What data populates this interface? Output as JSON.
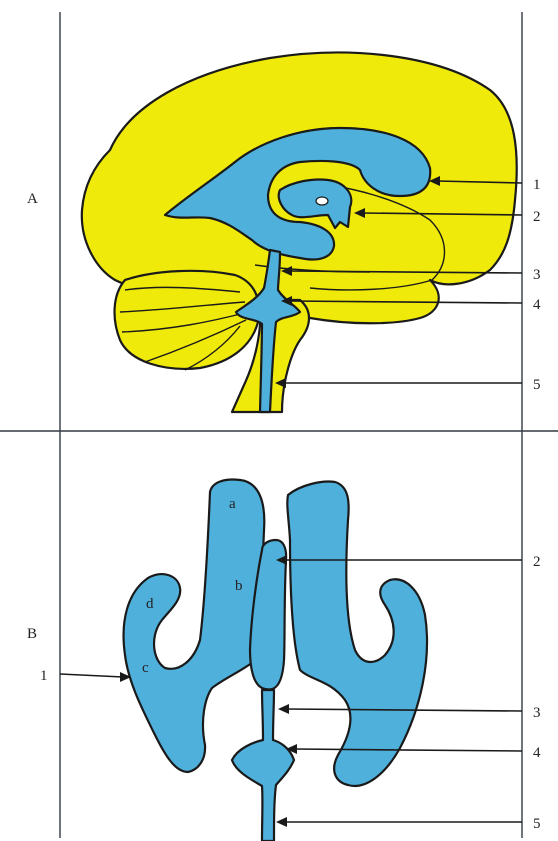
{
  "colors": {
    "brain": "#f0ea0a",
    "ventricle": "#4fb0dc",
    "outline": "#1a1a1a",
    "frame": "#333a44",
    "background": "#ffffff"
  },
  "panel_a": {
    "label": "A",
    "callouts": [
      "1",
      "2",
      "3",
      "4",
      "5"
    ]
  },
  "panel_b": {
    "label": "B",
    "left_callout": "1",
    "callouts": [
      "2",
      "3",
      "4",
      "5"
    ],
    "parts": [
      "a",
      "b",
      "c",
      "d"
    ]
  }
}
